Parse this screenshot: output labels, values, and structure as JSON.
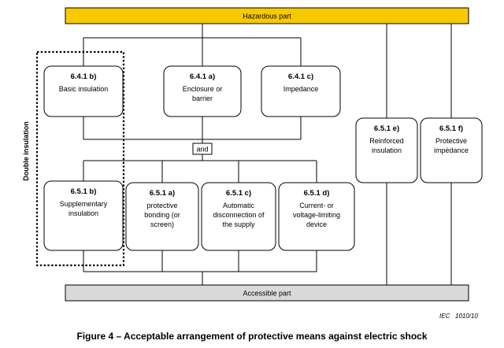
{
  "hazardous_bar": {
    "label": "Hazardous part",
    "fill": "#f7c900"
  },
  "accessible_bar": {
    "label": "Accessible part",
    "fill": "#d9d9d9"
  },
  "and_label": "and",
  "double_insulation_label": "Double insulation",
  "iec_label": "IEC   1010/10",
  "caption": "Figure 4 – Acceptable arrangement of protective means against electric shock",
  "boxes": {
    "basic": {
      "id": "6.4.1 b)",
      "lines": [
        "Basic insulation"
      ]
    },
    "enclosure": {
      "id": "6.4.1 a)",
      "lines": [
        "Enclosure or",
        "barrier"
      ]
    },
    "impedance": {
      "id": "6.4.1 c)",
      "lines": [
        "Impedance"
      ]
    },
    "reinforced": {
      "id": "6.5.1 e)",
      "lines": [
        "Reinforced",
        "insulation"
      ]
    },
    "protective_impedance": {
      "id": "6.5.1 f)",
      "lines": [
        "Protective",
        "impédance"
      ]
    },
    "supplementary": {
      "id": "6.5.1 b)",
      "lines": [
        "Supplementary",
        "insulation"
      ]
    },
    "bonding": {
      "id": "6.5.1 a)",
      "lines": [
        "protective",
        "bonding (or",
        "screen)"
      ]
    },
    "disconnection": {
      "id": "6.5.1 c)",
      "lines": [
        "Automatic",
        "disconnection of",
        "the supply"
      ]
    },
    "limiting": {
      "id": "6.5.1 d)",
      "lines": [
        "Current- or",
        "voltage-limiting",
        "device"
      ]
    }
  }
}
